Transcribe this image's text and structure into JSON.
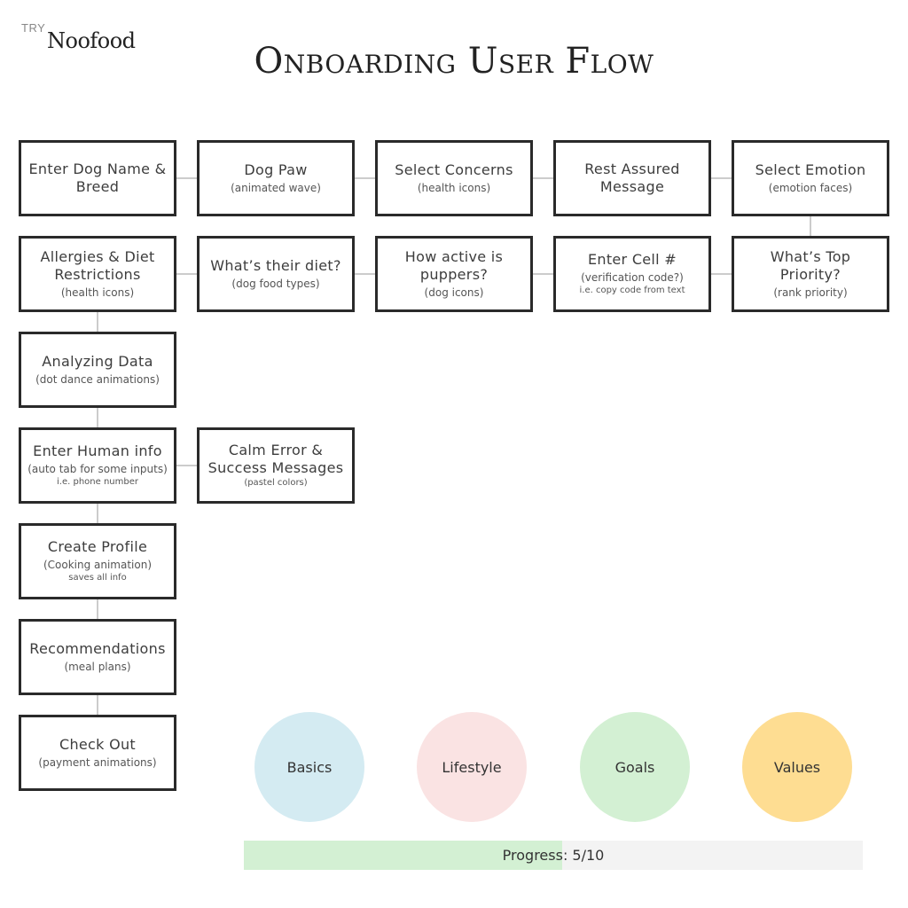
{
  "logo": {
    "prefix": "TRY",
    "name": "Noofood"
  },
  "title": "Onboarding User Flow",
  "nodes": [
    {
      "main": "Enter Dog Name & Breed",
      "sub": "",
      "sub2": ""
    },
    {
      "main": "Dog Paw",
      "sub": "(animated wave)",
      "sub2": ""
    },
    {
      "main": "Select Concerns",
      "sub": "(health icons)",
      "sub2": ""
    },
    {
      "main": "Rest Assured Message",
      "sub": "",
      "sub2": ""
    },
    {
      "main": "Select Emotion",
      "sub": "(emotion faces)",
      "sub2": ""
    },
    {
      "main": "Allergies & Diet Restrictions",
      "sub": "(health icons)",
      "sub2": ""
    },
    {
      "main": "What’s their diet?",
      "sub": "(dog food types)",
      "sub2": ""
    },
    {
      "main": "How active is puppers?",
      "sub": "(dog icons)",
      "sub2": ""
    },
    {
      "main": "Enter Cell #",
      "sub": "(verification code?)",
      "sub2": "i.e. copy code from text"
    },
    {
      "main": "What’s Top Priority?",
      "sub": "(rank priority)",
      "sub2": ""
    },
    {
      "main": "Analyzing Data",
      "sub": "(dot dance animations)",
      "sub2": ""
    },
    {
      "main": "Enter Human info",
      "sub": "(auto tab for some inputs)",
      "sub2": "i.e. phone number"
    },
    {
      "main": "Calm Error & Success Messages",
      "sub": "",
      "sub2": "(pastel colors)"
    },
    {
      "main": "Create Profile",
      "sub": "(Cooking animation)",
      "sub2": "saves all info"
    },
    {
      "main": "Recommendations",
      "sub": "(meal plans)",
      "sub2": ""
    },
    {
      "main": "Check Out",
      "sub": "(payment animations)",
      "sub2": ""
    }
  ],
  "stages": [
    {
      "label": "Basics",
      "color": "#d4ebf2"
    },
    {
      "label": "Lifestyle",
      "color": "#fae3e3"
    },
    {
      "label": "Goals",
      "color": "#d3f0d3"
    },
    {
      "label": "Values",
      "color": "#fedd92"
    }
  ],
  "progress": {
    "label": "Progress: 5/10",
    "value": 5,
    "max": 10,
    "fill_color": "#d3f0d3",
    "track_color": "#f3f3f3"
  }
}
